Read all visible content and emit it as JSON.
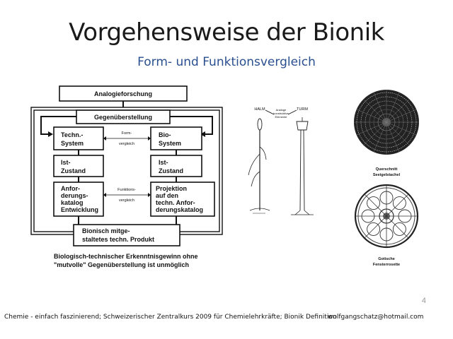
{
  "slide": {
    "title": "Vorgehensweise der Bionik",
    "subtitle": "Form- und Funktionsvergleich",
    "page_number": "4",
    "footer_left": "Chemie - einfach faszinierend; Schweizerischer Zentralkurs 2009 für Chemielehrkräfte;  Bionik Definition",
    "footer_right": "wolfgangschatz@hotmail.com"
  },
  "flowchart": {
    "top_box": "Analogieforschung",
    "compare_box": "Gegenüberstellung",
    "left_col": {
      "system": [
        "Techn.-",
        "System"
      ],
      "state": [
        "Ist-",
        "Zustand"
      ],
      "requirements": [
        "Anfor-",
        "derungs-",
        "katalog",
        "Entwicklung"
      ]
    },
    "right_col": {
      "system": [
        "Bio-",
        "System"
      ],
      "state": [
        "Ist-",
        "Zustand"
      ],
      "projection": [
        "Projektion",
        "auf den",
        "techn. Anfor-",
        "derungskatalog"
      ]
    },
    "mid_label_1": [
      "Form-",
      "vergleich"
    ],
    "mid_label_2": [
      "Funktions-",
      "vergleich"
    ],
    "result_box": [
      "Bionisch mitge-",
      "staltetes techn. Produkt"
    ],
    "caption": [
      "Biologisch-technischer Erkenntnisgewinn ohne",
      "\"mutvolle\" Gegenüberstellung ist unmöglich"
    ]
  },
  "halm_turm": {
    "label_left": "HALM",
    "label_right": "TURM",
    "label_middle": [
      "Analoge",
      "konstruktive",
      "Elemente"
    ]
  },
  "sea_urchin": {
    "caption": [
      "Querschnitt",
      "Seeigelstachel"
    ]
  },
  "rose_window": {
    "caption": [
      "Gotische",
      "Fensterrosette"
    ]
  }
}
